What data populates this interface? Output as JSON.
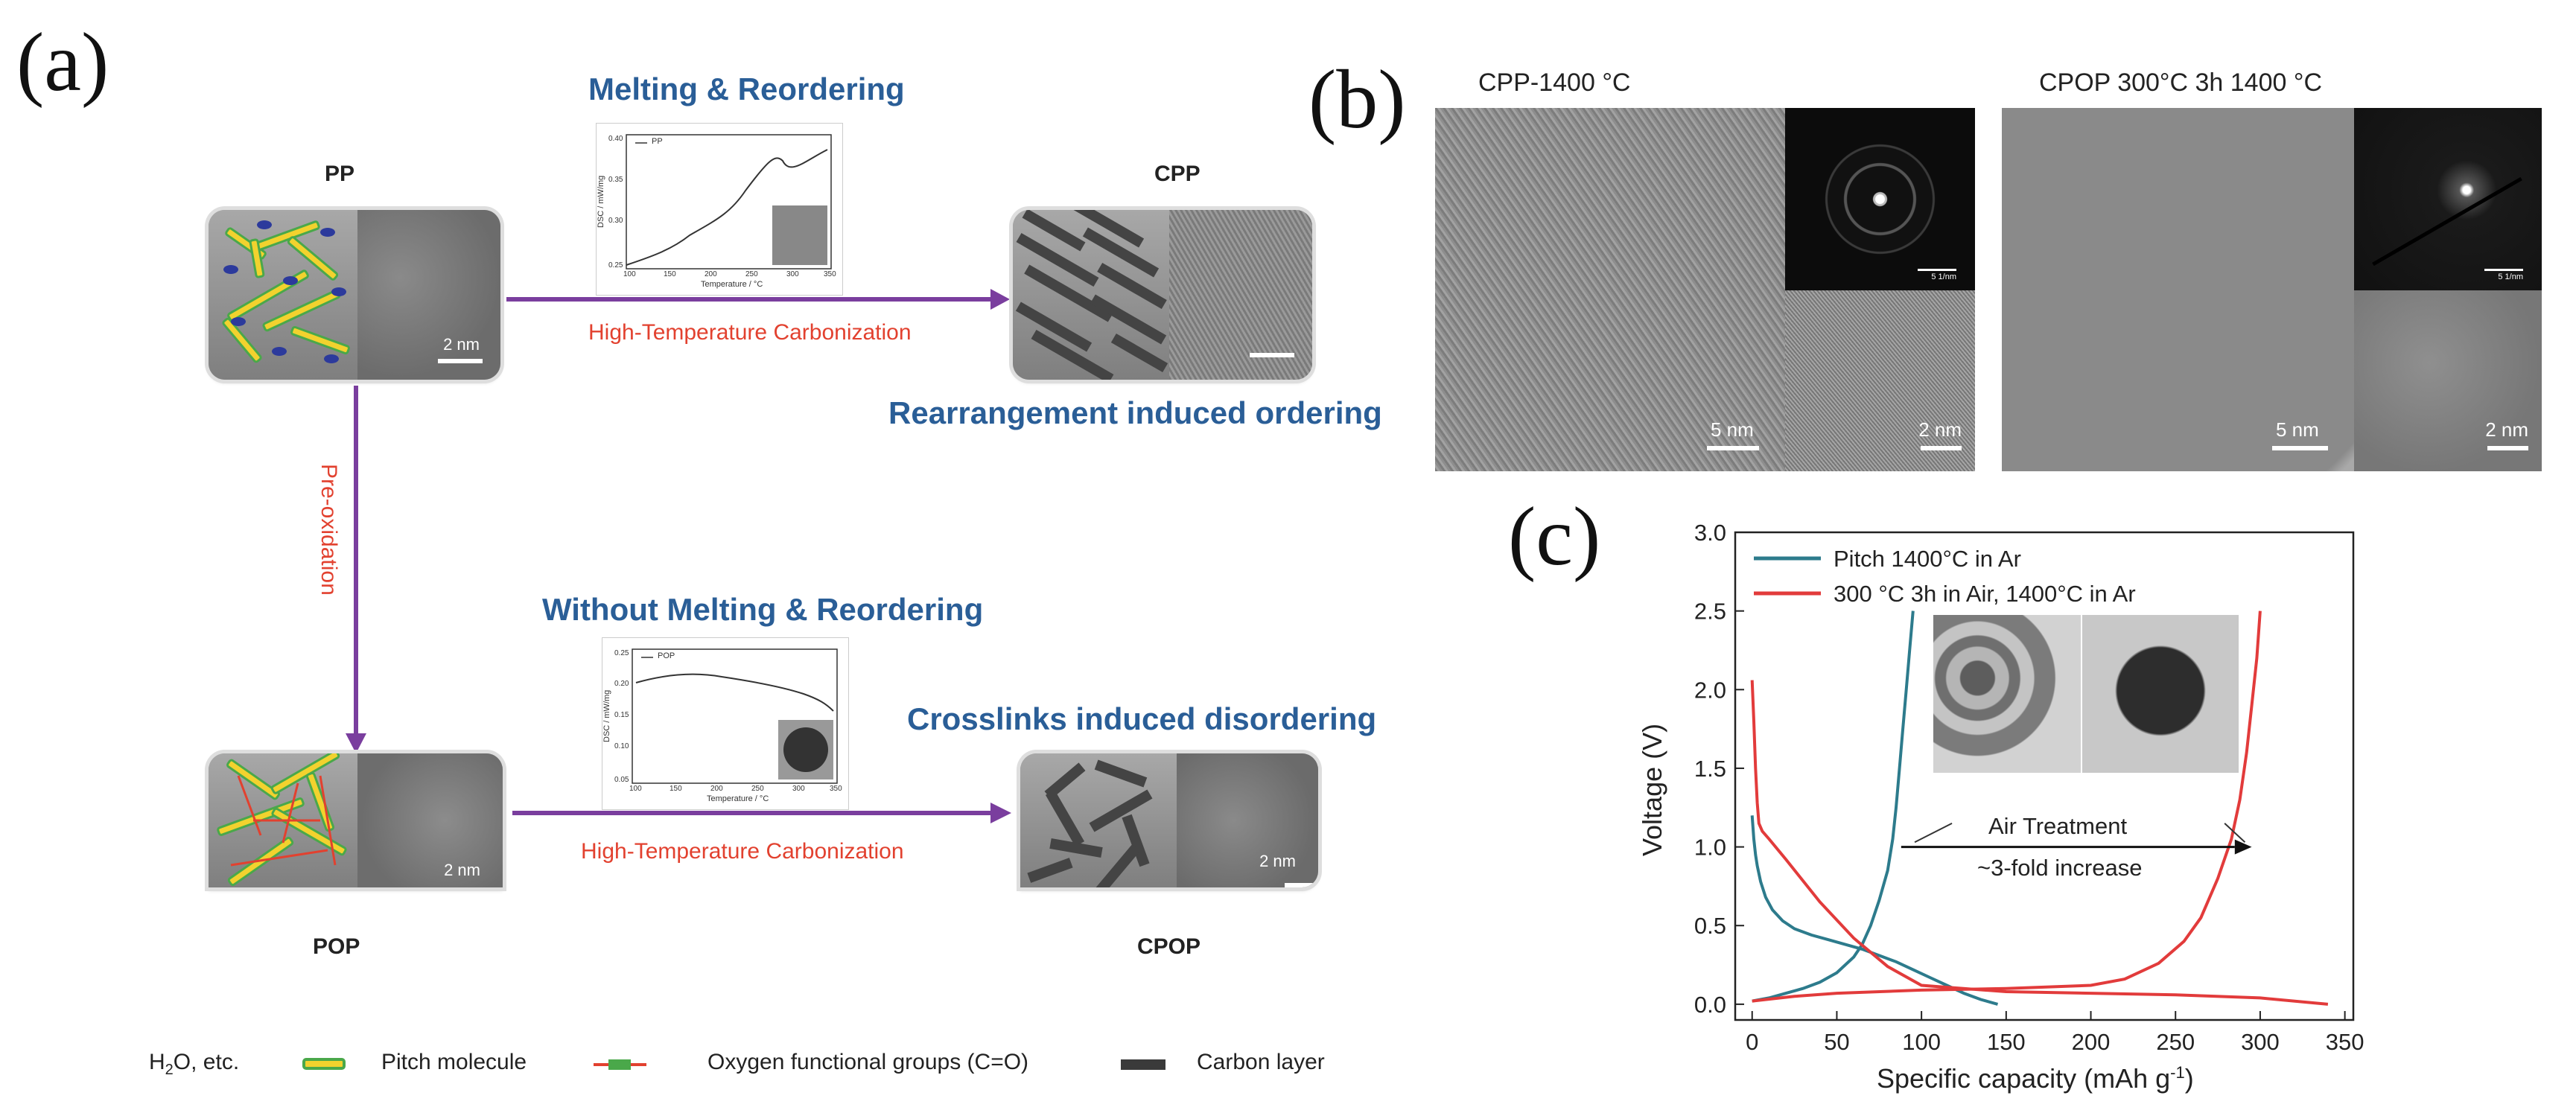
{
  "panel_labels": {
    "a": "(a)",
    "b": "(b)",
    "c": "(c)"
  },
  "panel_a": {
    "top_title": "Melting & Reordering",
    "bottom_title": "Without Melting & Reordering",
    "carbonization_label_top": "High-Temperature Carbonization",
    "carbonization_label_bottom": "High-Temperature Carbonization",
    "preoxidation_label": "Pre-oxidation",
    "ordering_label": "Rearrangement induced ordering",
    "disordering_label": "Crosslinks induced disordering",
    "node_pp": "PP",
    "node_cpp": "CPP",
    "node_pop": "POP",
    "node_cpop": "CPOP",
    "scale_2nm": "2 nm",
    "inset_top": {
      "legend": "PP",
      "ylabel": "DSC / mW/mg",
      "xlabel": "Temperature / °C",
      "yticks": [
        "0.25",
        "0.30",
        "0.35",
        "0.40"
      ],
      "xticks": [
        "100",
        "150",
        "200",
        "250",
        "300",
        "350"
      ]
    },
    "inset_bottom": {
      "legend": "POP",
      "ylabel": "DSC / mW/mg",
      "xlabel": "Temperature / °C",
      "yticks": [
        "0.05",
        "0.10",
        "0.15",
        "0.20",
        "0.25"
      ],
      "xticks": [
        "100",
        "150",
        "200",
        "250",
        "300",
        "350"
      ]
    },
    "legend": {
      "h2o_prefix": "H",
      "h2o_sub": "2",
      "h2o_suffix": "O, etc.",
      "pitch": "Pitch molecule",
      "oxygen": "Oxygen functional groups (C=O)",
      "carbon": "Carbon layer"
    },
    "colors": {
      "title_blue": "#2a5e97",
      "red": "#e2412f",
      "arrow_purple": "#7a3e9e",
      "pitch_yellow": "#f2d22e",
      "pitch_green": "#4aa84a",
      "ellipse_blue": "#2c3a9c"
    }
  },
  "panel_b": {
    "left_title": "CPP-1400 °C",
    "right_title": "CPOP 300°C 3h 1400 °C",
    "left_scale_main": "5 nm",
    "left_scale_sub": "2 nm",
    "right_scale_main": "5 nm",
    "right_scale_sub": "2 nm",
    "saed_scale": "5 1/nm"
  },
  "panel_c": {
    "legend": [
      "Pitch 1400°C in Ar",
      "300 °C 3h in Air, 1400°C in Ar"
    ],
    "annotation_top": "Air Treatment",
    "annotation_bottom": "~3-fold increase",
    "chart_data": {
      "type": "line",
      "xlabel": "Specific capacity (mAh g",
      "xlabel_sup": "-1",
      "xlabel_close": ")",
      "ylabel": "Voltage (V)",
      "xlim": [
        -10,
        355
      ],
      "ylim": [
        -0.1,
        3.0
      ],
      "xticks": [
        0,
        50,
        100,
        150,
        200,
        250,
        300,
        350
      ],
      "yticks": [
        0.0,
        0.5,
        1.0,
        1.5,
        2.0,
        2.5,
        3.0
      ],
      "grid": false,
      "legend_position": "top-left",
      "series": [
        {
          "name": "Pitch 1400°C in Ar",
          "color": "#2d7b8c",
          "segments": [
            {
              "x": [
                0,
                1,
                2,
                3,
                5,
                8,
                12,
                18,
                25,
                35,
                45,
                55,
                65,
                75,
                85,
                95,
                105,
                115,
                125,
                135,
                145
              ],
              "y": [
                1.2,
                1.05,
                0.95,
                0.88,
                0.78,
                0.68,
                0.6,
                0.53,
                0.48,
                0.44,
                0.41,
                0.38,
                0.35,
                0.31,
                0.27,
                0.22,
                0.17,
                0.12,
                0.07,
                0.03,
                0.0
              ]
            },
            {
              "x": [
                0,
                10,
                20,
                30,
                40,
                50,
                60,
                65,
                70,
                75,
                80,
                83,
                85,
                87,
                89,
                91,
                93,
                95
              ],
              "y": [
                0.02,
                0.04,
                0.07,
                0.1,
                0.14,
                0.2,
                0.3,
                0.38,
                0.5,
                0.66,
                0.85,
                1.05,
                1.25,
                1.5,
                1.75,
                2.0,
                2.25,
                2.5
              ]
            }
          ]
        },
        {
          "name": "300 °C 3h in Air, 1400°C in Ar",
          "color": "#e23b3b",
          "segments": [
            {
              "x": [
                0,
                1,
                2,
                3,
                4,
                6,
                10,
                20,
                40,
                60,
                80,
                100,
                150,
                200,
                250,
                300,
                340
              ],
              "y": [
                2.06,
                1.8,
                1.5,
                1.28,
                1.15,
                1.1,
                1.05,
                0.92,
                0.65,
                0.42,
                0.24,
                0.12,
                0.08,
                0.07,
                0.06,
                0.04,
                0.0
              ]
            },
            {
              "x": [
                0,
                25,
                50,
                100,
                150,
                200,
                220,
                240,
                255,
                265,
                275,
                283,
                288,
                292,
                295,
                298,
                300
              ],
              "y": [
                0.02,
                0.05,
                0.07,
                0.09,
                0.1,
                0.12,
                0.16,
                0.26,
                0.4,
                0.55,
                0.8,
                1.05,
                1.3,
                1.6,
                1.9,
                2.2,
                2.5
              ]
            }
          ]
        }
      ]
    }
  }
}
